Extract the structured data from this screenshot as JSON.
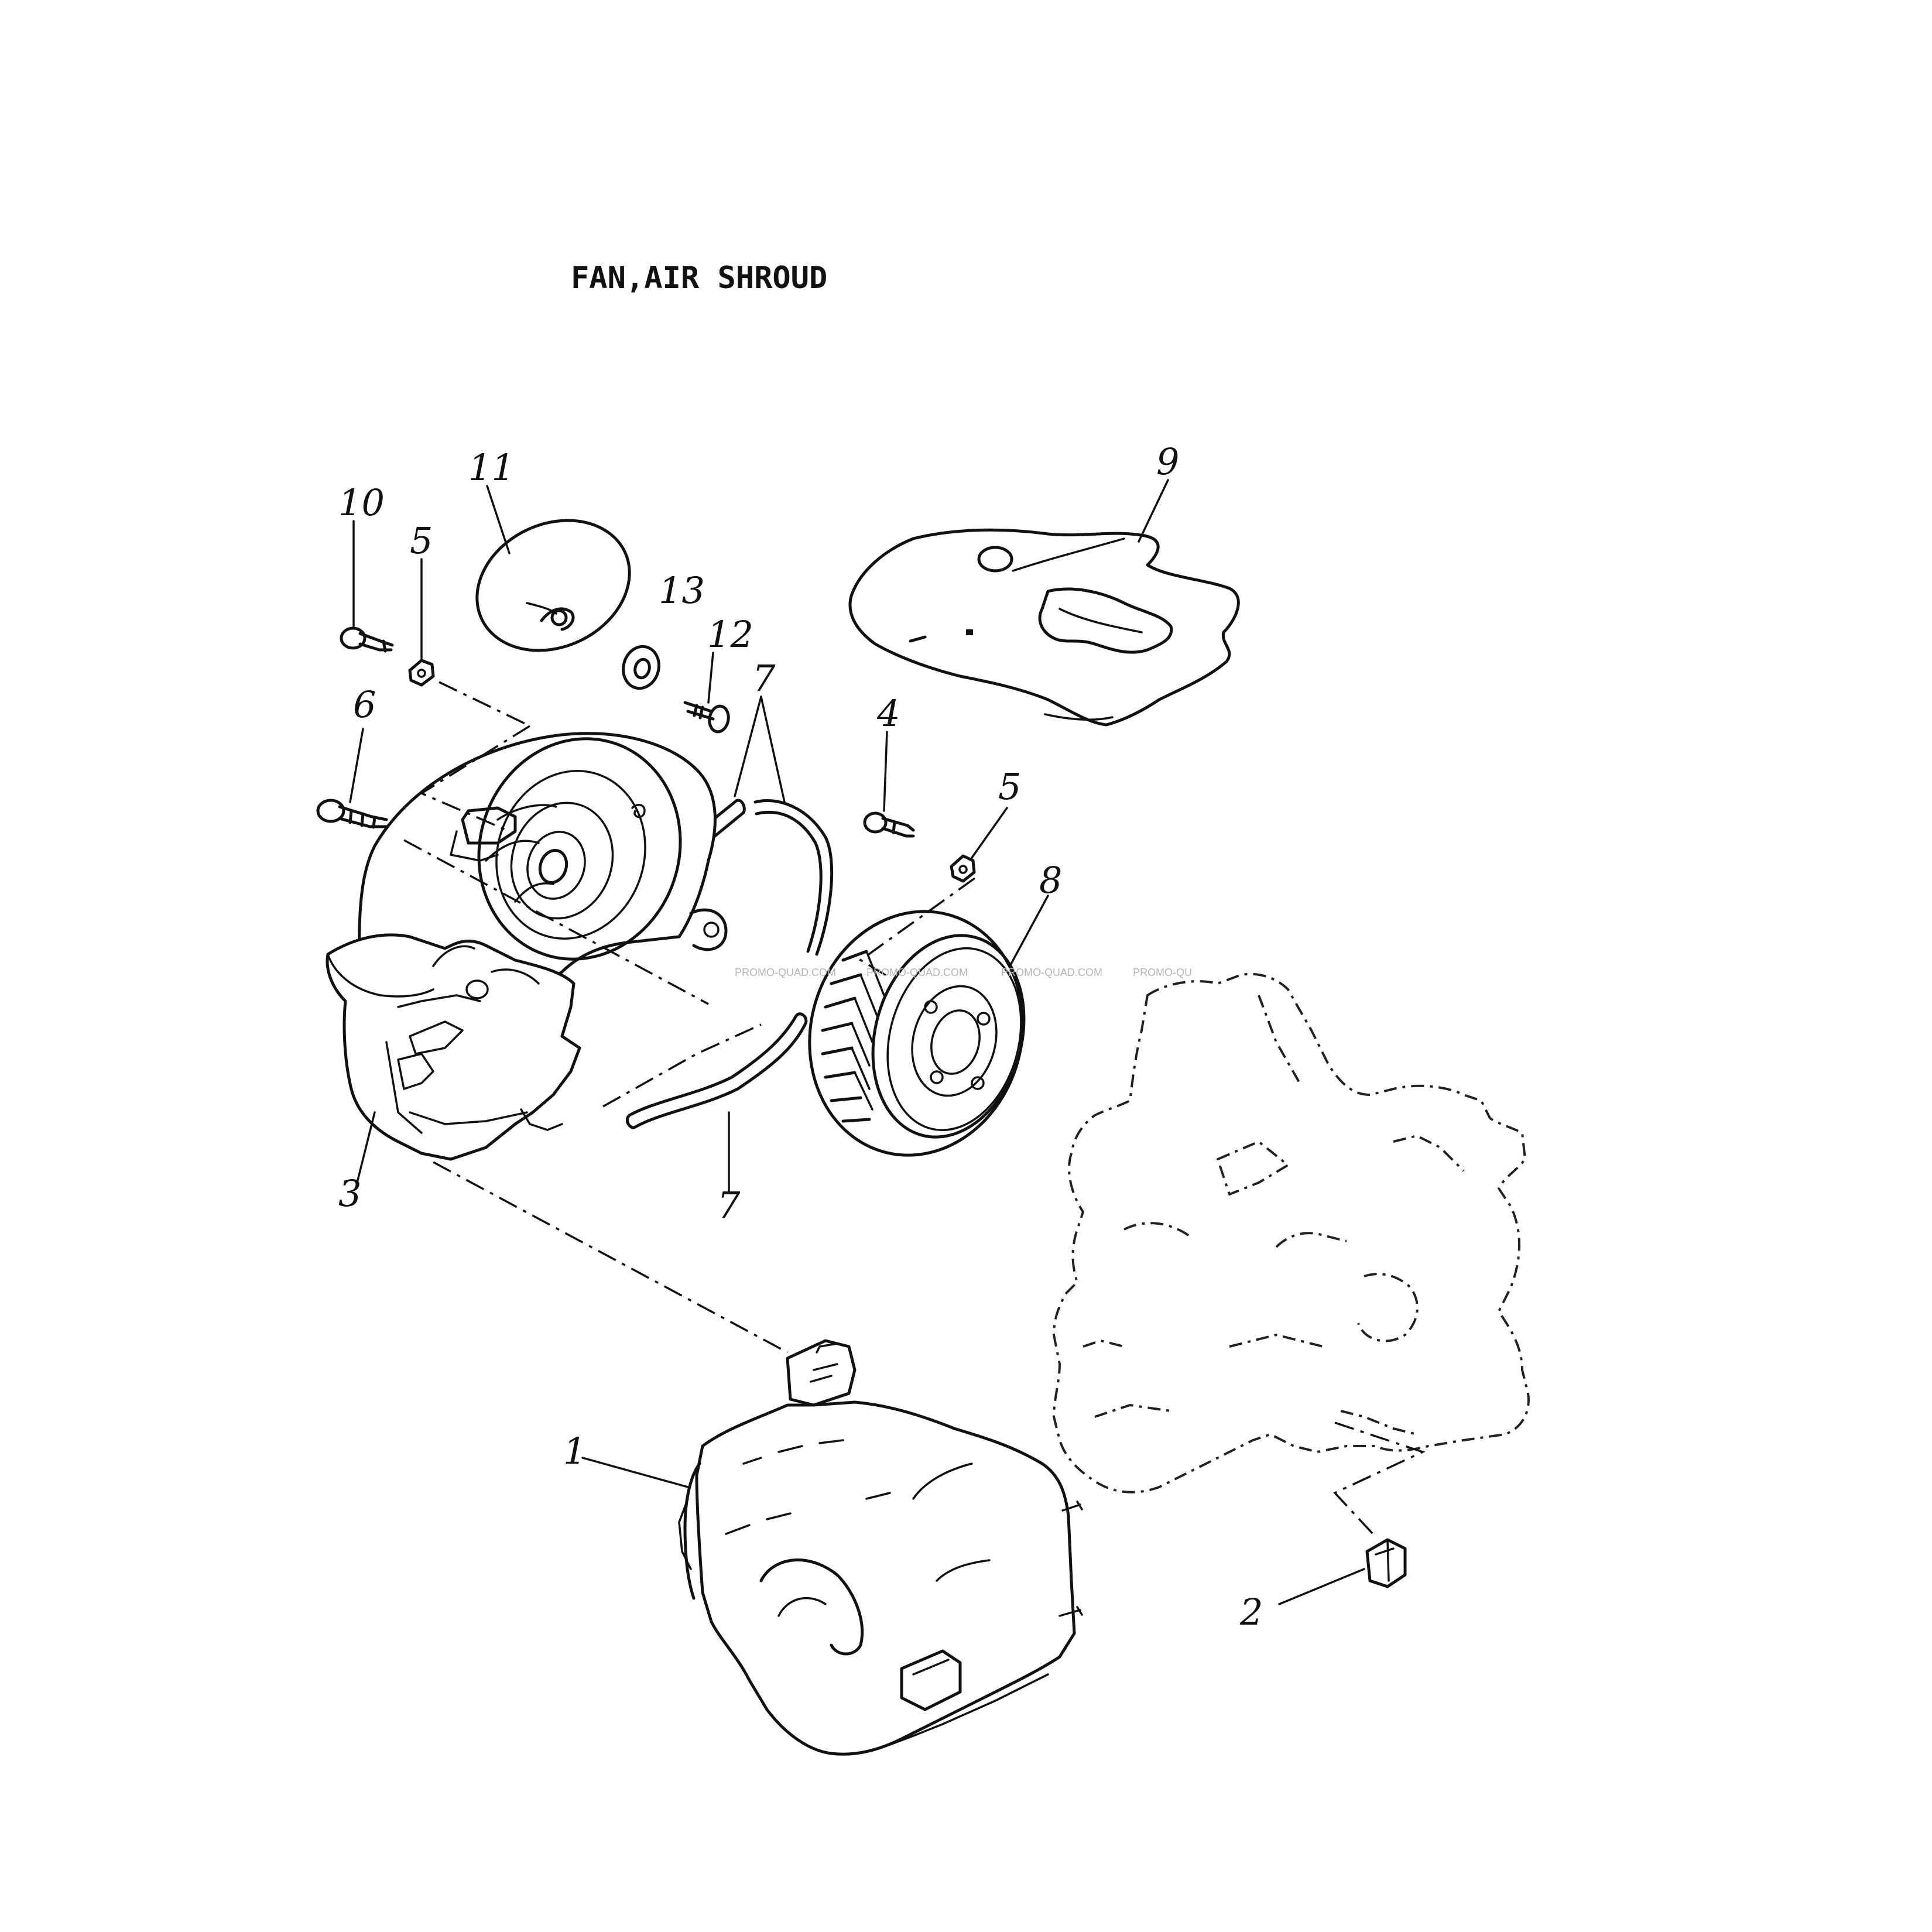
{
  "title": "FAN,AIR SHROUD",
  "callouts": {
    "c1": "1",
    "c2": "2",
    "c3": "3",
    "c4": "4",
    "c5a": "5",
    "c5b": "5",
    "c6": "6",
    "c7a": "7",
    "c7b": "7",
    "c8": "8",
    "c9": "9",
    "c10": "10",
    "c11": "11",
    "c12": "12",
    "c13": "13"
  },
  "watermarks": {
    "w1": "PROMO-QUAD.COM",
    "w2": "PROMO-QUAD.COM",
    "w3": "PROMO-QUAD.COM",
    "w4": "PROMO-QU"
  },
  "colors": {
    "ink": "#111111",
    "paper": "#ffffff",
    "watermark": "#b5b5b5"
  }
}
